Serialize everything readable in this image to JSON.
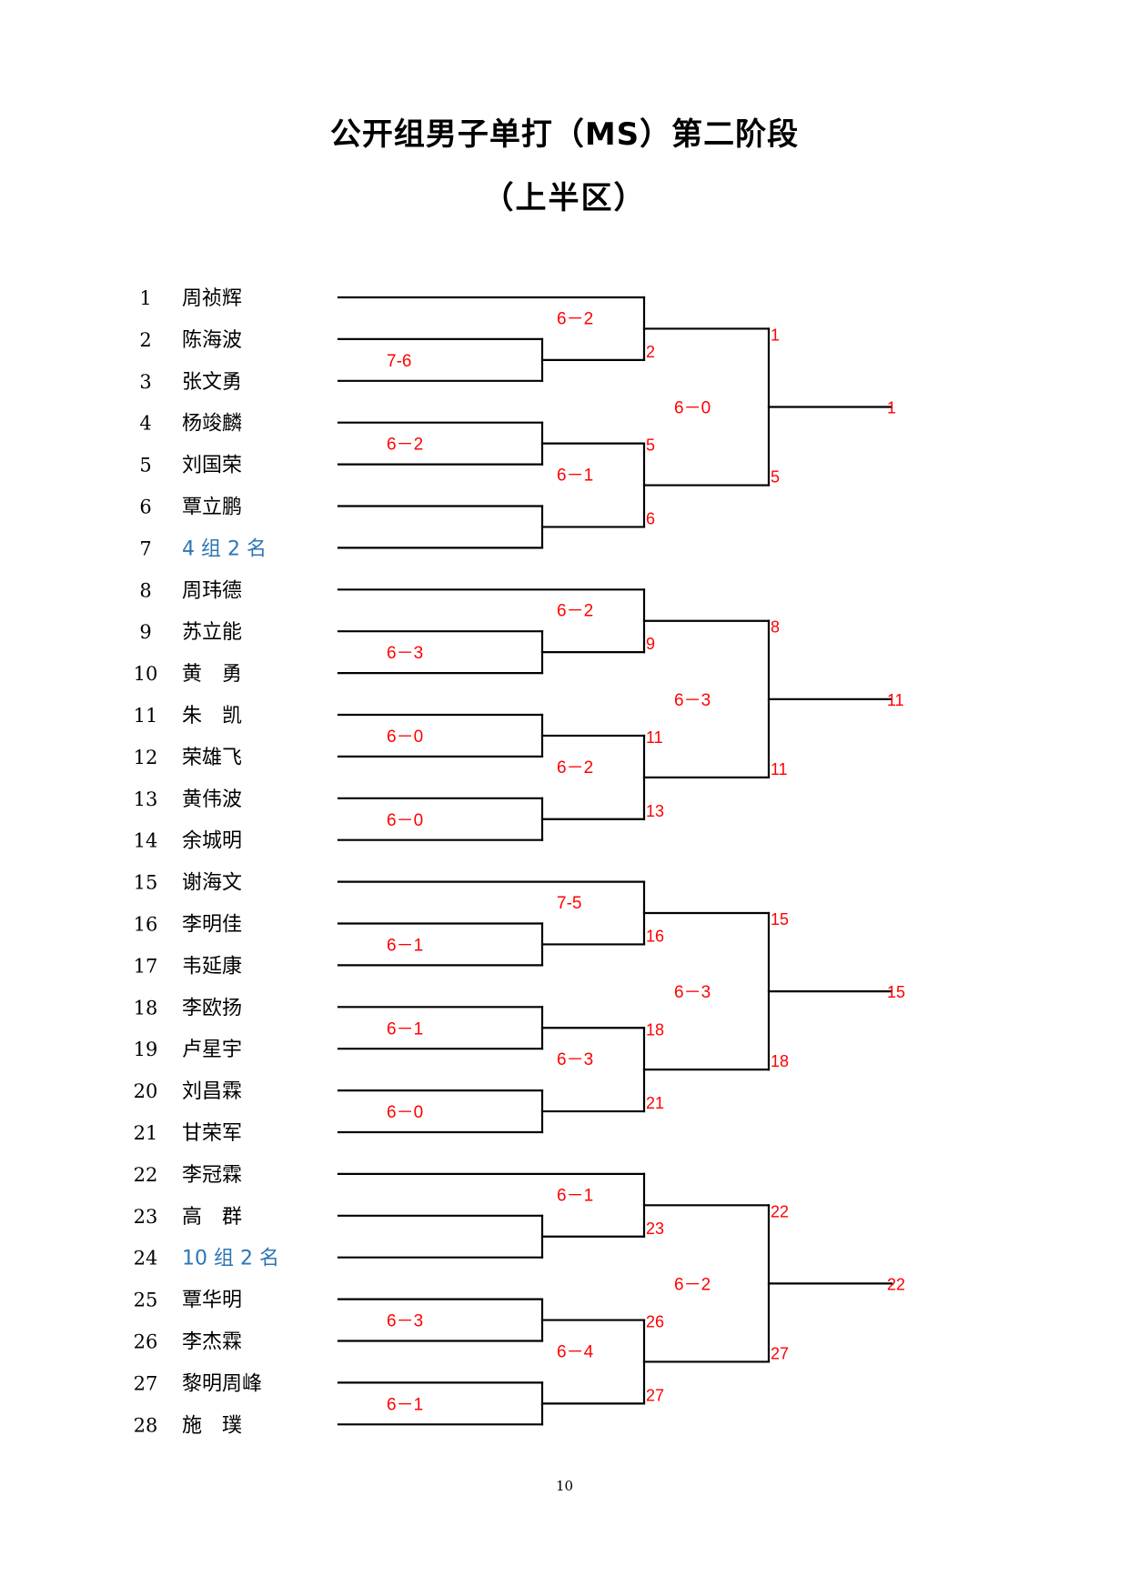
{
  "title": "公开组男子单打（MS）第二阶段",
  "subtitle": "（上半区）",
  "page_number": "10",
  "colors": {
    "score": "#ff0000",
    "placeholder": "#2E75B6",
    "line": "#000000"
  },
  "players": [
    {
      "seed": "1",
      "name": "周祯辉",
      "placeholder": false
    },
    {
      "seed": "2",
      "name": "陈海波",
      "placeholder": false
    },
    {
      "seed": "3",
      "name": "张文勇",
      "placeholder": false
    },
    {
      "seed": "4",
      "name": "杨竣麟",
      "placeholder": false
    },
    {
      "seed": "5",
      "name": "刘国荣",
      "placeholder": false
    },
    {
      "seed": "6",
      "name": "覃立鹏",
      "placeholder": false
    },
    {
      "seed": "7",
      "name": "4 组 2 名",
      "placeholder": true
    },
    {
      "seed": "8",
      "name": "周玮德",
      "placeholder": false
    },
    {
      "seed": "9",
      "name": "苏立能",
      "placeholder": false
    },
    {
      "seed": "10",
      "name": "黄　勇",
      "placeholder": false
    },
    {
      "seed": "11",
      "name": "朱　凯",
      "placeholder": false
    },
    {
      "seed": "12",
      "name": "荣雄飞",
      "placeholder": false
    },
    {
      "seed": "13",
      "name": "黄伟波",
      "placeholder": false
    },
    {
      "seed": "14",
      "name": "余城明",
      "placeholder": false
    },
    {
      "seed": "15",
      "name": "谢海文",
      "placeholder": false
    },
    {
      "seed": "16",
      "name": "李明佳",
      "placeholder": false
    },
    {
      "seed": "17",
      "name": "韦延康",
      "placeholder": false
    },
    {
      "seed": "18",
      "name": "李欧扬",
      "placeholder": false
    },
    {
      "seed": "19",
      "name": "卢星宇",
      "placeholder": false
    },
    {
      "seed": "20",
      "name": "刘昌霖",
      "placeholder": false
    },
    {
      "seed": "21",
      "name": "甘荣军",
      "placeholder": false
    },
    {
      "seed": "22",
      "name": "李冠霖",
      "placeholder": false
    },
    {
      "seed": "23",
      "name": "高　群",
      "placeholder": false
    },
    {
      "seed": "24",
      "name": "10 组 2 名",
      "placeholder": true
    },
    {
      "seed": "25",
      "name": "覃华明",
      "placeholder": false
    },
    {
      "seed": "26",
      "name": "李杰霖",
      "placeholder": false
    },
    {
      "seed": "27",
      "name": "黎明周峰",
      "placeholder": false
    },
    {
      "seed": "28",
      "name": "施　璞",
      "placeholder": false
    }
  ],
  "sections": [
    {
      "players": [
        1,
        2,
        3,
        4,
        5,
        6,
        7
      ],
      "round1": [
        {
          "a": 2,
          "b": 3,
          "score": "7-6"
        },
        {
          "a": 4,
          "b": 5,
          "score": "6－2"
        },
        {
          "a": 6,
          "b": 7,
          "score": ""
        }
      ],
      "round2": [
        {
          "a": 1,
          "b": "r1_0",
          "score": "6－2",
          "label_a": "",
          "label_b": "2"
        },
        {
          "a": "r1_1",
          "b": "r1_2",
          "score": "6－1",
          "label_a": "5",
          "label_b": "6"
        }
      ],
      "round3": {
        "score": "6－0",
        "label_a": "1",
        "label_b": "5",
        "winner": "1"
      }
    },
    {
      "players": [
        8,
        9,
        10,
        11,
        12,
        13,
        14
      ],
      "round1": [
        {
          "a": 9,
          "b": 10,
          "score": "6－3"
        },
        {
          "a": 11,
          "b": 12,
          "score": "6－0"
        },
        {
          "a": 13,
          "b": 14,
          "score": "6－0"
        }
      ],
      "round2": [
        {
          "a": 8,
          "b": "r1_0",
          "score": "6－2",
          "label_a": "",
          "label_b": "9"
        },
        {
          "a": "r1_1",
          "b": "r1_2",
          "score": "6－2",
          "label_a": "11",
          "label_b": "13"
        }
      ],
      "round3": {
        "score": "6－3",
        "label_a": "8",
        "label_b": "11",
        "winner": "11"
      }
    },
    {
      "players": [
        15,
        16,
        17,
        18,
        19,
        20,
        21
      ],
      "round1": [
        {
          "a": 16,
          "b": 17,
          "score": "6－1"
        },
        {
          "a": 18,
          "b": 19,
          "score": "6－1"
        },
        {
          "a": 20,
          "b": 21,
          "score": "6－0"
        }
      ],
      "round2": [
        {
          "a": 15,
          "b": "r1_0",
          "score": "7-5",
          "label_a": "",
          "label_b": "16"
        },
        {
          "a": "r1_1",
          "b": "r1_2",
          "score": "6－3",
          "label_a": "18",
          "label_b": "21"
        }
      ],
      "round3": {
        "score": "6－3",
        "label_a": "15",
        "label_b": "18",
        "winner": "15"
      }
    },
    {
      "players": [
        22,
        23,
        24,
        25,
        26,
        27,
        28
      ],
      "round1": [
        {
          "a": 23,
          "b": 24,
          "score": ""
        },
        {
          "a": 25,
          "b": 26,
          "score": "6－3"
        },
        {
          "a": 27,
          "b": 28,
          "score": "6－1"
        }
      ],
      "round2": [
        {
          "a": 22,
          "b": "r1_0",
          "score": "6－1",
          "label_a": "",
          "label_b": "23"
        },
        {
          "a": "r1_1",
          "b": "r1_2",
          "score": "6－4",
          "label_a": "26",
          "label_b": "27"
        }
      ],
      "round3": {
        "score": "6－2",
        "label_a": "22",
        "label_b": "27",
        "winner": "22"
      }
    }
  ]
}
